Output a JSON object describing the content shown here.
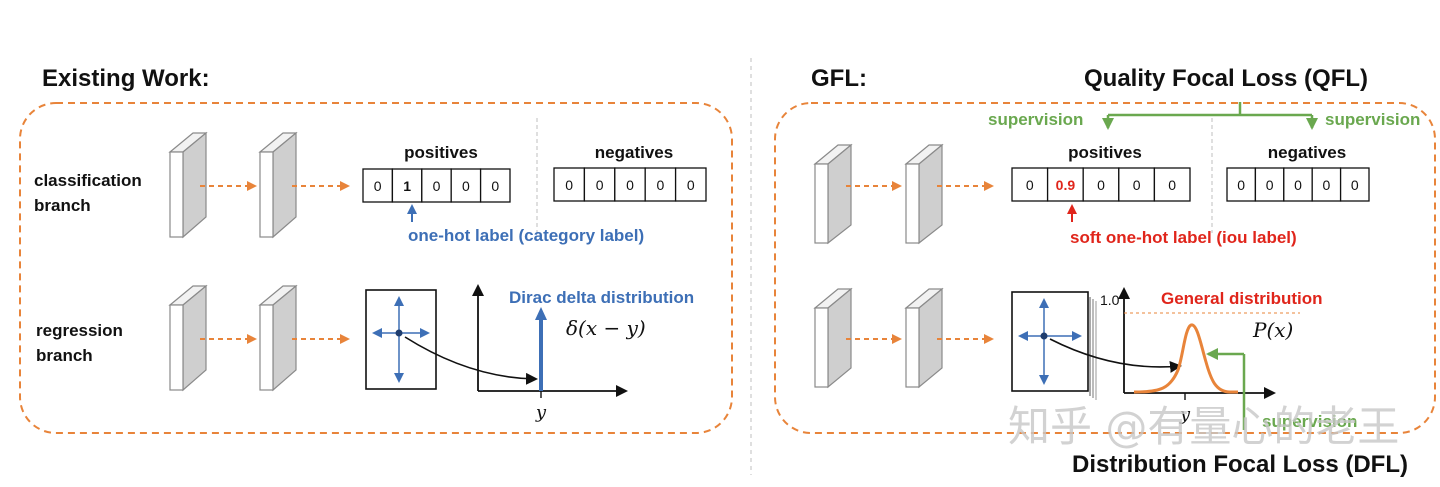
{
  "left": {
    "heading": "Existing Work:",
    "classification_label_line1": "classification",
    "classification_label_line2": "branch",
    "regression_label_line1": "regression",
    "regression_label_line2": "branch",
    "positives_label": "positives",
    "negatives_label": "negatives",
    "positives_values": [
      "0",
      "1",
      "0",
      "0",
      "0"
    ],
    "negatives_values": [
      "0",
      "0",
      "0",
      "0",
      "0"
    ],
    "onehot_label": "one-hot label (category label)",
    "dirac_label": "Dirac delta distribution",
    "dirac_formula": "δ(x − y)",
    "y_tick": "y"
  },
  "right": {
    "heading": "GFL:",
    "qfl_title": "Quality Focal Loss (QFL)",
    "supervision_left": "supervision",
    "supervision_right": "supervision",
    "positives_label": "positives",
    "negatives_label": "negatives",
    "positives_values": [
      "0",
      "0.9",
      "0",
      "0",
      "0"
    ],
    "negatives_values": [
      "0",
      "0",
      "0",
      "0",
      "0"
    ],
    "soft_label": "soft one-hot label (iou label)",
    "general_dist_label": "General distribution",
    "px_formula": "P(x)",
    "y_axis_tick": "1.0",
    "x_tick": "y",
    "supervision_bottom": "supervision",
    "dfl_title": "Distribution Focal Loss (DFL)"
  },
  "watermark": "知乎 @有量心的老王",
  "colors": {
    "orange": "#e8843a",
    "blue": "#3d6fb6",
    "green": "#6aa84f",
    "red": "#e0251b",
    "gray_face": "#cfcfcf"
  },
  "icons": [
    "feature-map-icon",
    "crosshair-box-icon",
    "arrow-icon"
  ]
}
